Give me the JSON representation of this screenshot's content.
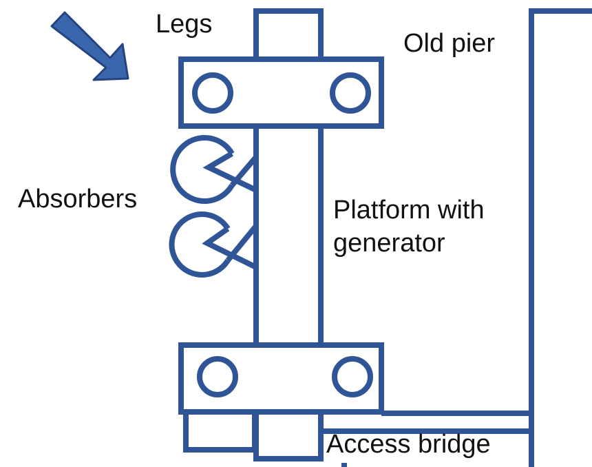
{
  "colors": {
    "stroke": "#2f5597",
    "arrow_fill": "#3a66ad",
    "arrow_edge": "#24447f",
    "text": "#111111",
    "background": "#ffffff"
  },
  "labels": {
    "legs": "Legs",
    "old_pier": "Old pier",
    "absorbers": "Absorbers",
    "platform_line1": "Platform with",
    "platform_line2": "generator",
    "access_bridge": "Access bridge"
  }
}
